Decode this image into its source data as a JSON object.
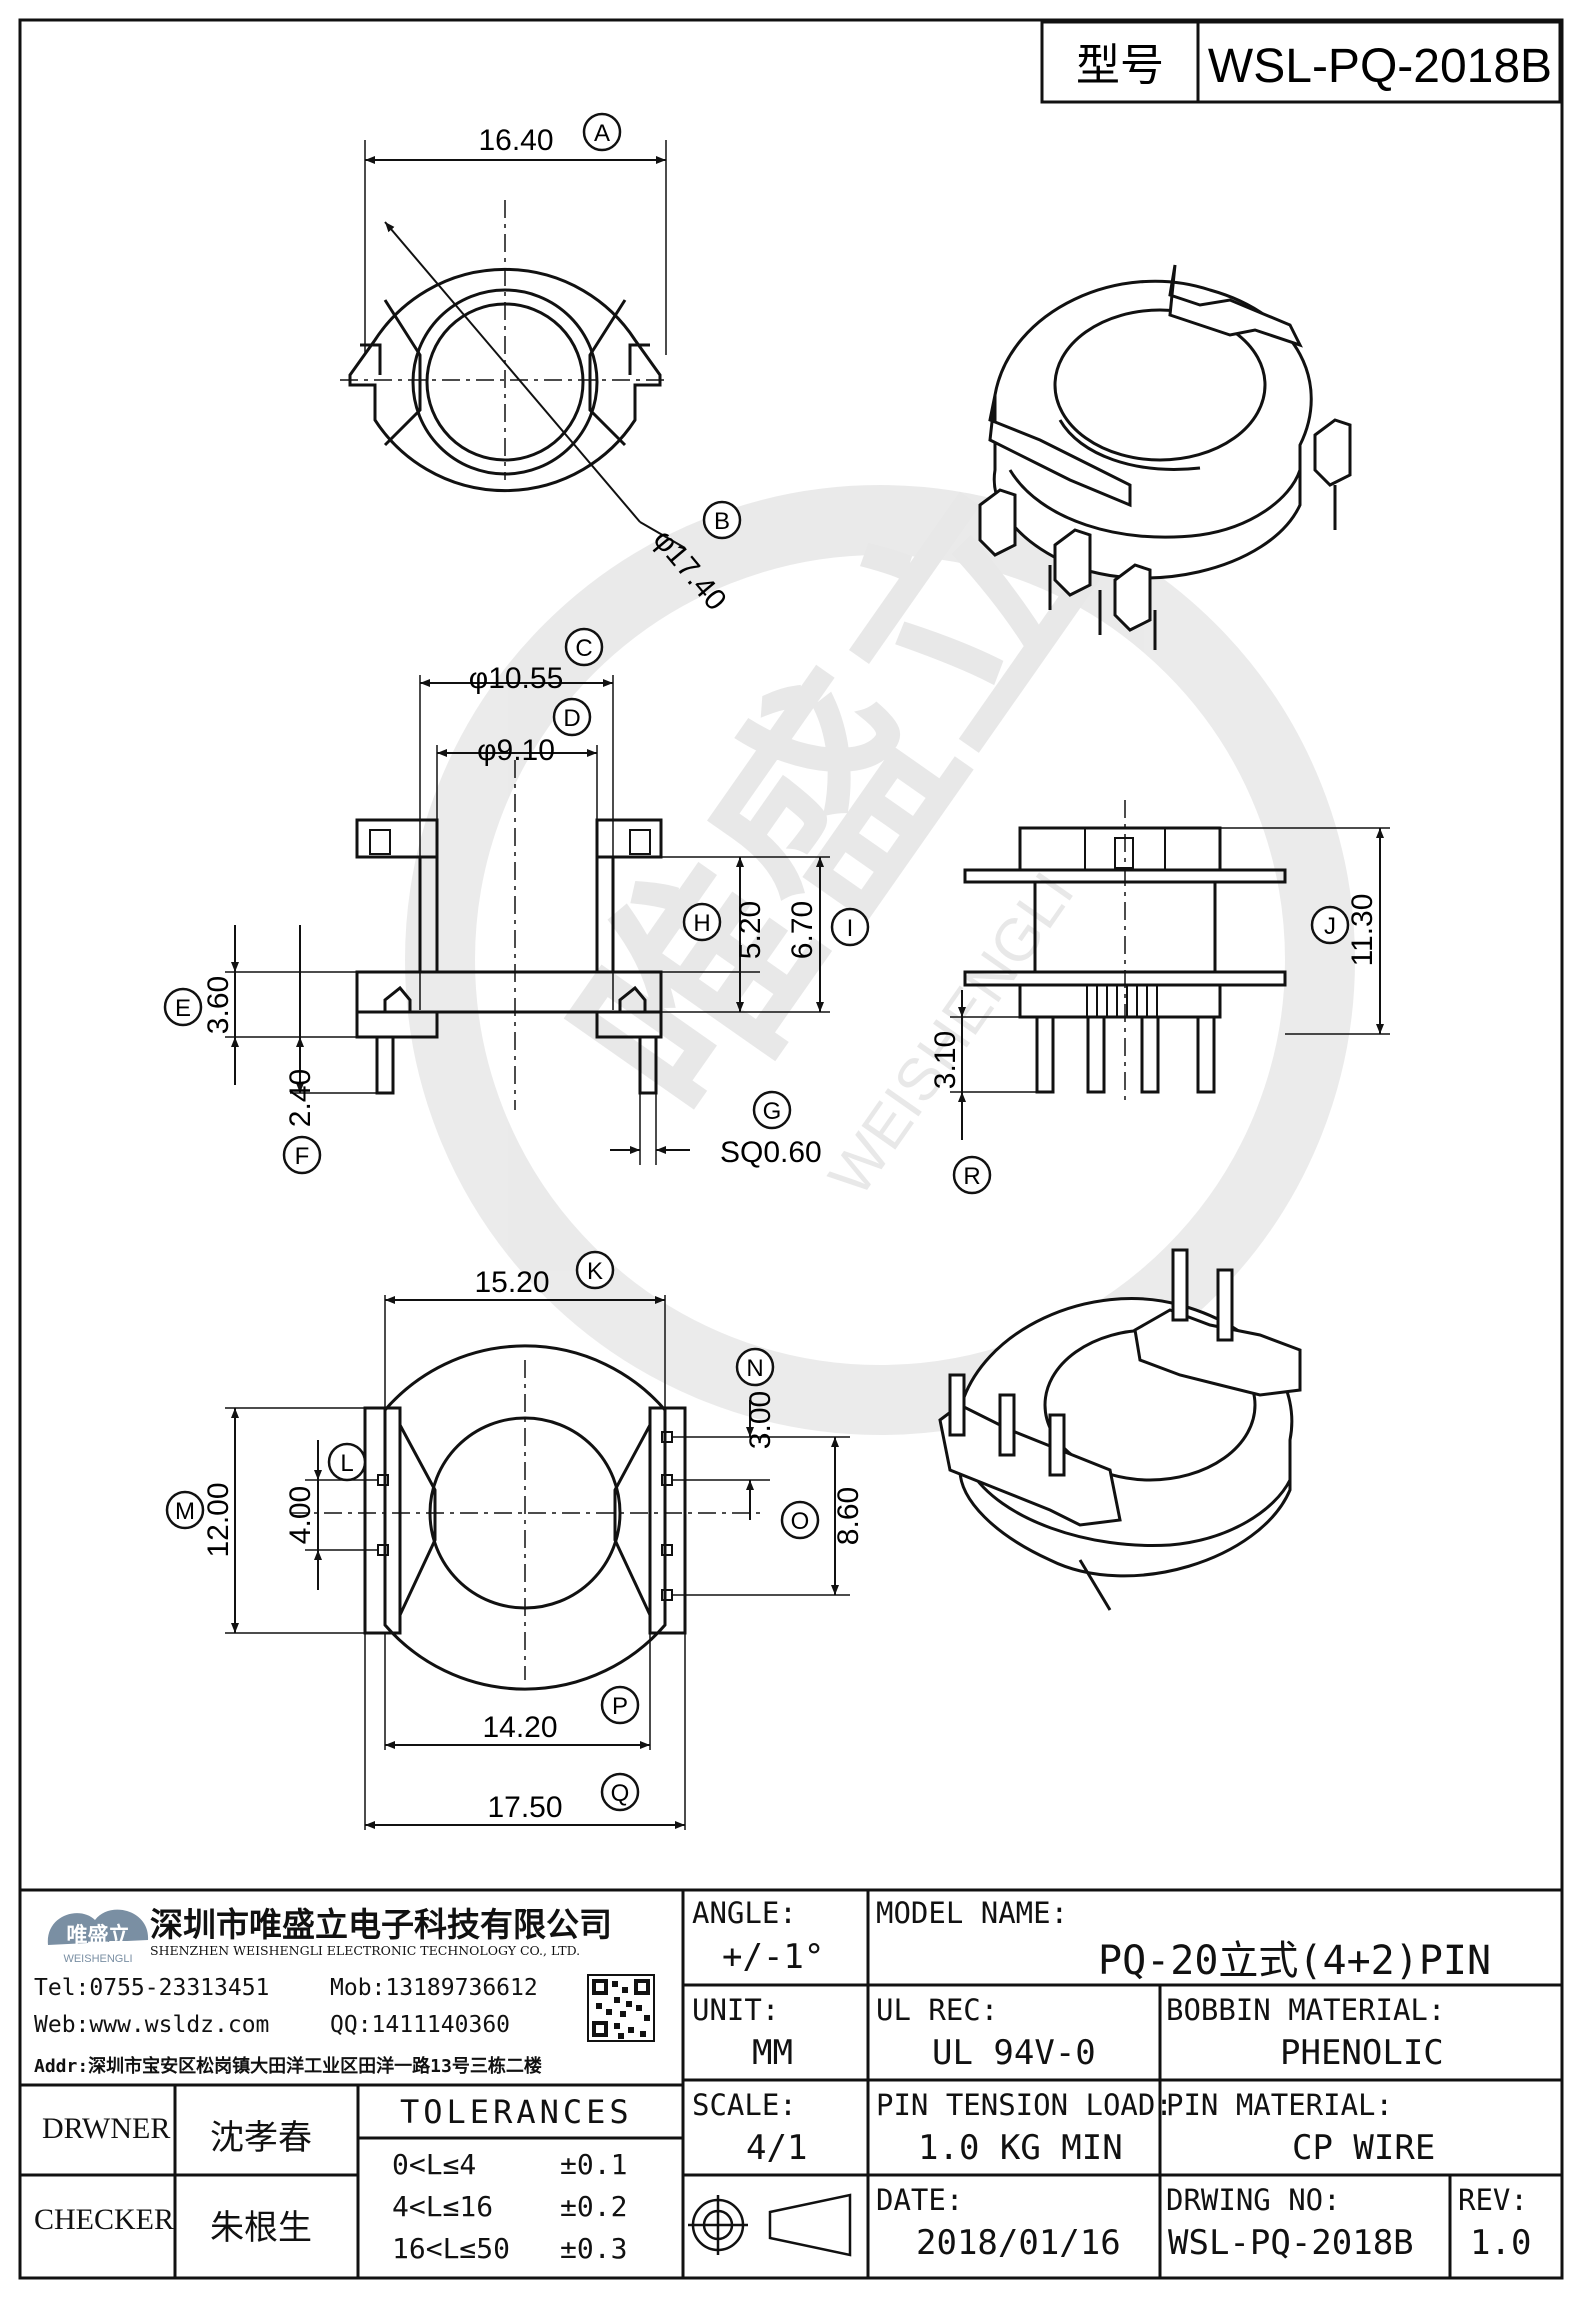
{
  "header": {
    "type_label": "型号",
    "part_number": "WSL-PQ-2018B"
  },
  "dimensions": {
    "A": "16.40",
    "B": "φ17.40",
    "C": "φ10.55",
    "D": "φ9.10",
    "E": "3.60",
    "F": "2.40",
    "G": "SQ0.60",
    "H": "5.20",
    "I": "6.70",
    "J": "11.30",
    "K": "15.20",
    "L": "4.00",
    "M": "12.00",
    "N": "3.00",
    "O": "8.60",
    "P": "14.20",
    "Q": "17.50",
    "R": "3.10"
  },
  "balloons": [
    "A",
    "B",
    "C",
    "D",
    "E",
    "F",
    "G",
    "H",
    "I",
    "J",
    "K",
    "L",
    "M",
    "N",
    "O",
    "P",
    "Q",
    "R"
  ],
  "watermark": {
    "brand": "唯盛立",
    "sub": "WEISHENGLI"
  },
  "company": {
    "logo_text": "唯盛立",
    "logo_sub": "WEISHENGLI",
    "name_cn": "深圳市唯盛立电子科技有限公司",
    "name_en": "SHENZHEN WEISHENGLI ELECTRONIC TECHNOLOGY CO., LTD.",
    "tel": "Tel:0755-23313451",
    "mob": "Mob:13189736612",
    "web": "Web:www.wsldz.com",
    "qq": "QQ:1411140360",
    "addr": "Addr:深圳市宝安区松岗镇大田洋工业区田洋一路13号三栋二楼"
  },
  "title_block": {
    "angle_label": "ANGLE:",
    "angle_value": "+/-1°",
    "model_label": "MODEL NAME:",
    "model_value": "PQ-20立式(4+2)PIN",
    "unit_label": "UNIT:",
    "unit_value": "MM",
    "ul_label": "UL REC:",
    "ul_value": "UL 94V-0",
    "bobbin_label": "BOBBIN MATERIAL:",
    "bobbin_value": "PHENOLIC",
    "scale_label": "SCALE:",
    "scale_value": "4/1",
    "tension_label": "PIN TENSION LOAD:",
    "tension_value": "1.0 KG MIN",
    "pin_mat_label": "PIN MATERIAL:",
    "pin_mat_value": "CP WIRE",
    "date_label": "DATE:",
    "date_value": "2018/01/16",
    "drw_no_label": "DRWING NO:",
    "drw_no_value": "WSL-PQ-2018B",
    "rev_label": "REV:",
    "rev_value": "1.0",
    "drawer_label": "DRWNER",
    "drawer_value": "沈孝春",
    "checker_label": "CHECKER",
    "checker_value": "朱根生",
    "tolerances_label": "TOLERANCES",
    "tolerances": [
      {
        "range": "0<L≤4",
        "tol": "±0.1"
      },
      {
        "range": "4<L≤16",
        "tol": "±0.2"
      },
      {
        "range": "16<L≤50",
        "tol": "±0.3"
      }
    ]
  }
}
